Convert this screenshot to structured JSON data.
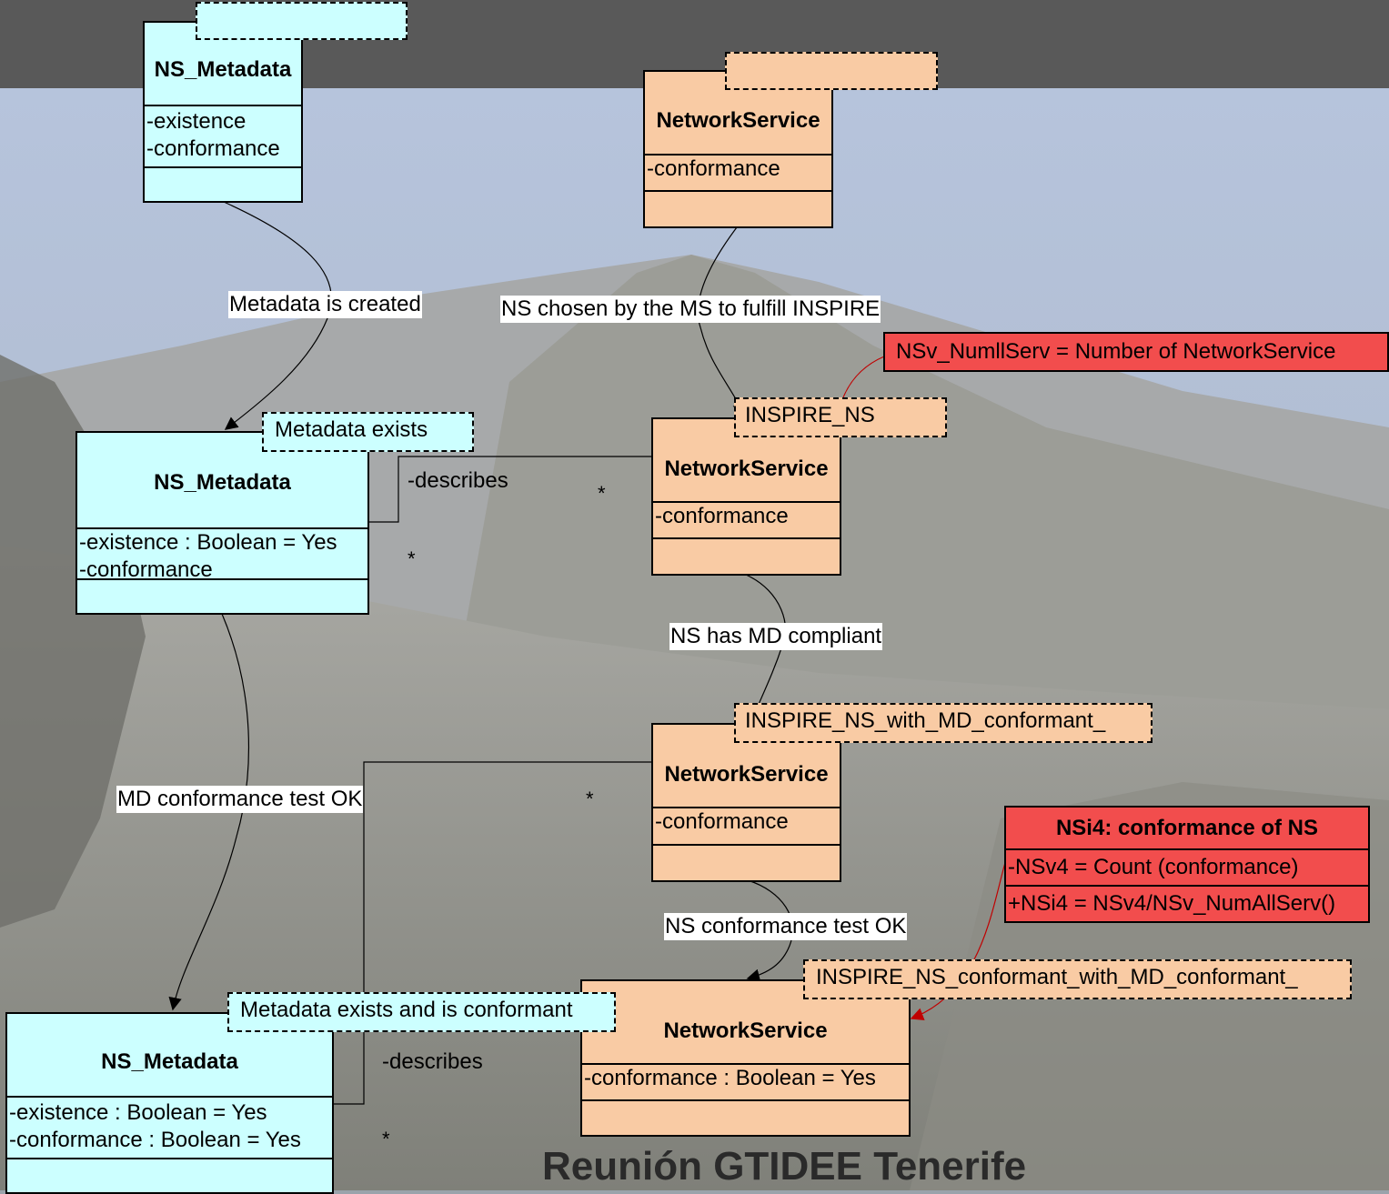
{
  "colors": {
    "metadata_fill": "#ccffff",
    "service_fill": "#f9cba4",
    "indicator_fill": "#f24d4d",
    "header_bar": "#595959",
    "connector": "#000000",
    "indicator_connector": "#c00000"
  },
  "classes": {
    "md1": {
      "name": "NS_Metadata",
      "attrs": [
        "-existence",
        "-conformance"
      ]
    },
    "ns1": {
      "name": "NetworkService",
      "attrs": [
        "-conformance"
      ]
    },
    "md2": {
      "name": "NS_Metadata",
      "attrs": [
        "-existence : Boolean = Yes",
        "-conformance"
      ]
    },
    "ns2": {
      "name": "NetworkService",
      "attrs": [
        "-conformance"
      ]
    },
    "ns3": {
      "name": "NetworkService",
      "attrs": [
        "-conformance"
      ]
    },
    "md3": {
      "name": "NS_Metadata",
      "attrs": [
        "-existence : Boolean = Yes",
        "-conformance : Boolean = Yes"
      ]
    },
    "ns4": {
      "name": "NetworkService",
      "attrs": [
        "-conformance : Boolean = Yes"
      ]
    },
    "nsi4": {
      "name": "NSi4: conformance of NS",
      "attrs": [
        "-NSv4 = Count (conformance)"
      ],
      "ops": [
        "+NSi4 = NSv4/NSv_NumAllServ()"
      ]
    }
  },
  "stereotypes": {
    "md1": "",
    "ns1": "",
    "md2": "Metadata exists",
    "ns2": "INSPIRE_NS",
    "ns3": "INSPIRE_NS_with_MD_conformant_",
    "md3": "Metadata exists and is conformant",
    "ns4": "INSPIRE_NS_conformant_with_MD_conformant_"
  },
  "transitions": {
    "metadata_created": "Metadata is created",
    "ns_chosen": "NS chosen by the MS to fulfill INSPIRE",
    "ns_has_md": "NS has MD compliant",
    "md_conformance": "MD conformance test OK",
    "ns_conformance": "NS conformance test OK"
  },
  "associations": {
    "role_upper": "-describes",
    "role_lower": "-describes",
    "multiplicity": "*"
  },
  "note_numserv": "NSv_NumllServ = Number of NetworkService",
  "footer_title": "Reunión GTIDEE Tenerife"
}
